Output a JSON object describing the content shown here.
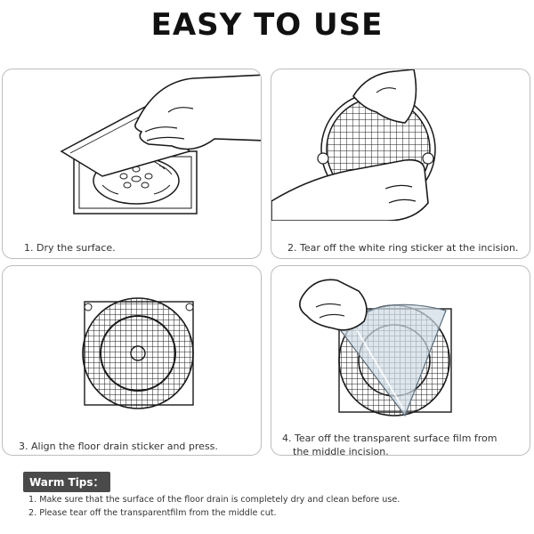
{
  "title": "EASY TO USE",
  "steps": [
    {
      "caption": "1. Dry the surface."
    },
    {
      "caption": "2. Tear off the white ring sticker at the incision."
    },
    {
      "caption": "3. Align the floor drain sticker and press."
    },
    {
      "caption_line1": "4. Tear off the transparent surface film from",
      "caption_line2": "the middle incision."
    }
  ],
  "warm_tips": {
    "label": "Warm Tips：",
    "items": [
      "1. Make sure that the surface of the floor drain is completely dry and clean before use.",
      "2. Please tear off the transparentfilm from the middle cut."
    ]
  },
  "colors": {
    "panel_border": "#bdbdbd",
    "badge_background": "#4a4a4a",
    "line_art": "#1a1a1a"
  }
}
